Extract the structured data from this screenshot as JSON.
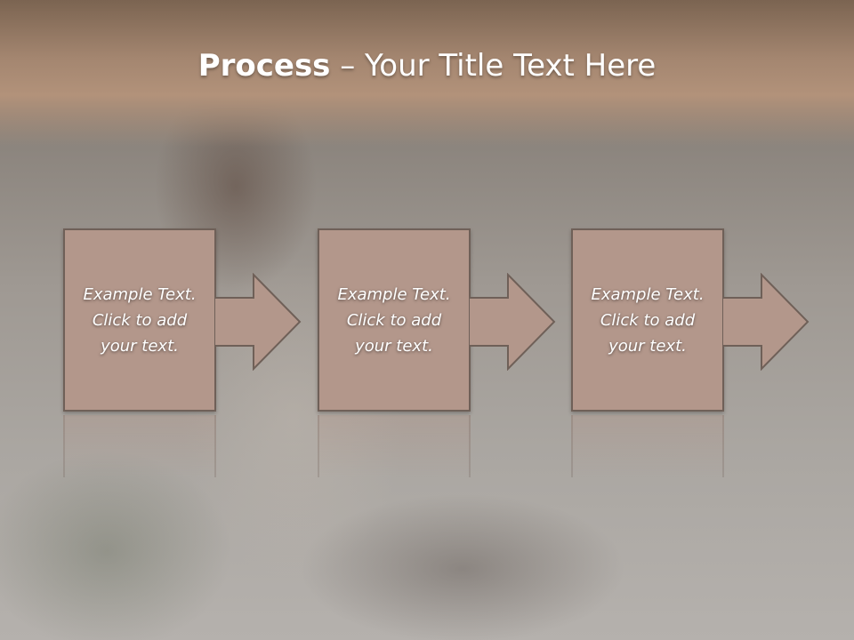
{
  "slide": {
    "title_bold": "Process",
    "title_rest": " – Your Title Text Here",
    "steps": [
      {
        "text": "Example Text. Click  to add your text."
      },
      {
        "text": "Example Text. Click  to add your text."
      },
      {
        "text": "Example Text. Click  to add your text."
      }
    ]
  },
  "colors": {
    "box_fill": "#b3978b",
    "box_border": "#6f6058",
    "header_band": "#a48670"
  }
}
